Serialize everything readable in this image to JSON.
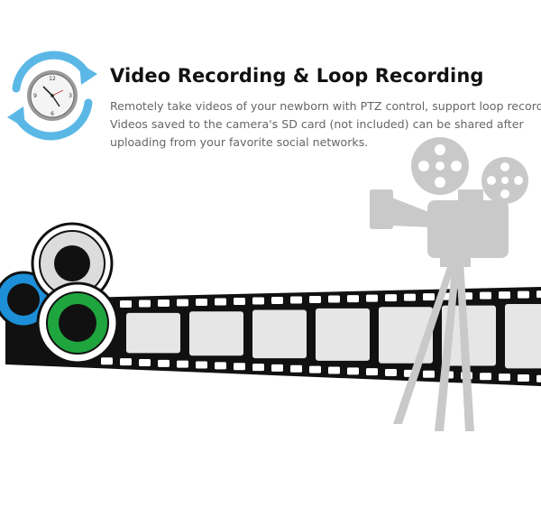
{
  "feature": {
    "title": "Video Recording & Loop Recording",
    "description_lines": [
      "Remotely take videos of your newborn with PTZ control, support loop recording!",
      "Videos saved to the camera's SD card (not  included) can be shared after",
      "uploading from your favorite social networks."
    ]
  },
  "icons": {
    "clock": "clock-loop-icon",
    "film": "film-strip-illustration",
    "camera": "movie-camera-illustration",
    "reels": "film-reels-illustration"
  },
  "colors": {
    "loop_arrows": "#5bb8e6",
    "film": "#111111",
    "frame": "#e6e6e6",
    "camera": "#c8c8c8",
    "reel_blue": "#1d8fd8",
    "reel_green": "#1fa53e"
  }
}
